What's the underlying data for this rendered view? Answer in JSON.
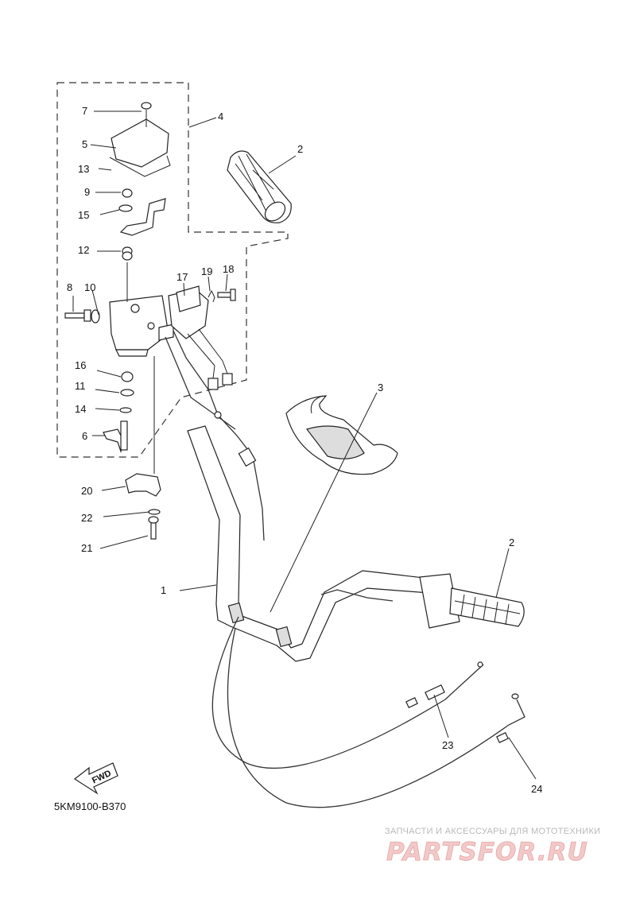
{
  "callouts": {
    "c1": "1",
    "c2a": "2",
    "c2b": "2",
    "c3": "3",
    "c4": "4",
    "c5": "5",
    "c6": "6",
    "c7": "7",
    "c8": "8",
    "c9": "9",
    "c10": "10",
    "c11": "11",
    "c12": "12",
    "c13": "13",
    "c14": "14",
    "c15": "15",
    "c16": "16",
    "c17": "17",
    "c18": "18",
    "c19": "19",
    "c20": "20",
    "c21": "21",
    "c22": "22",
    "c23": "23",
    "c24": "24"
  },
  "fwd_label": "FWD",
  "diagram_code": "5KM9100-B370",
  "watermark": {
    "tagline": "ЗАПЧАСТИ И АКСЕССУАРЫ ДЛЯ МОТОТЕХНИКИ",
    "logo": "PARTSFOR.RU"
  }
}
